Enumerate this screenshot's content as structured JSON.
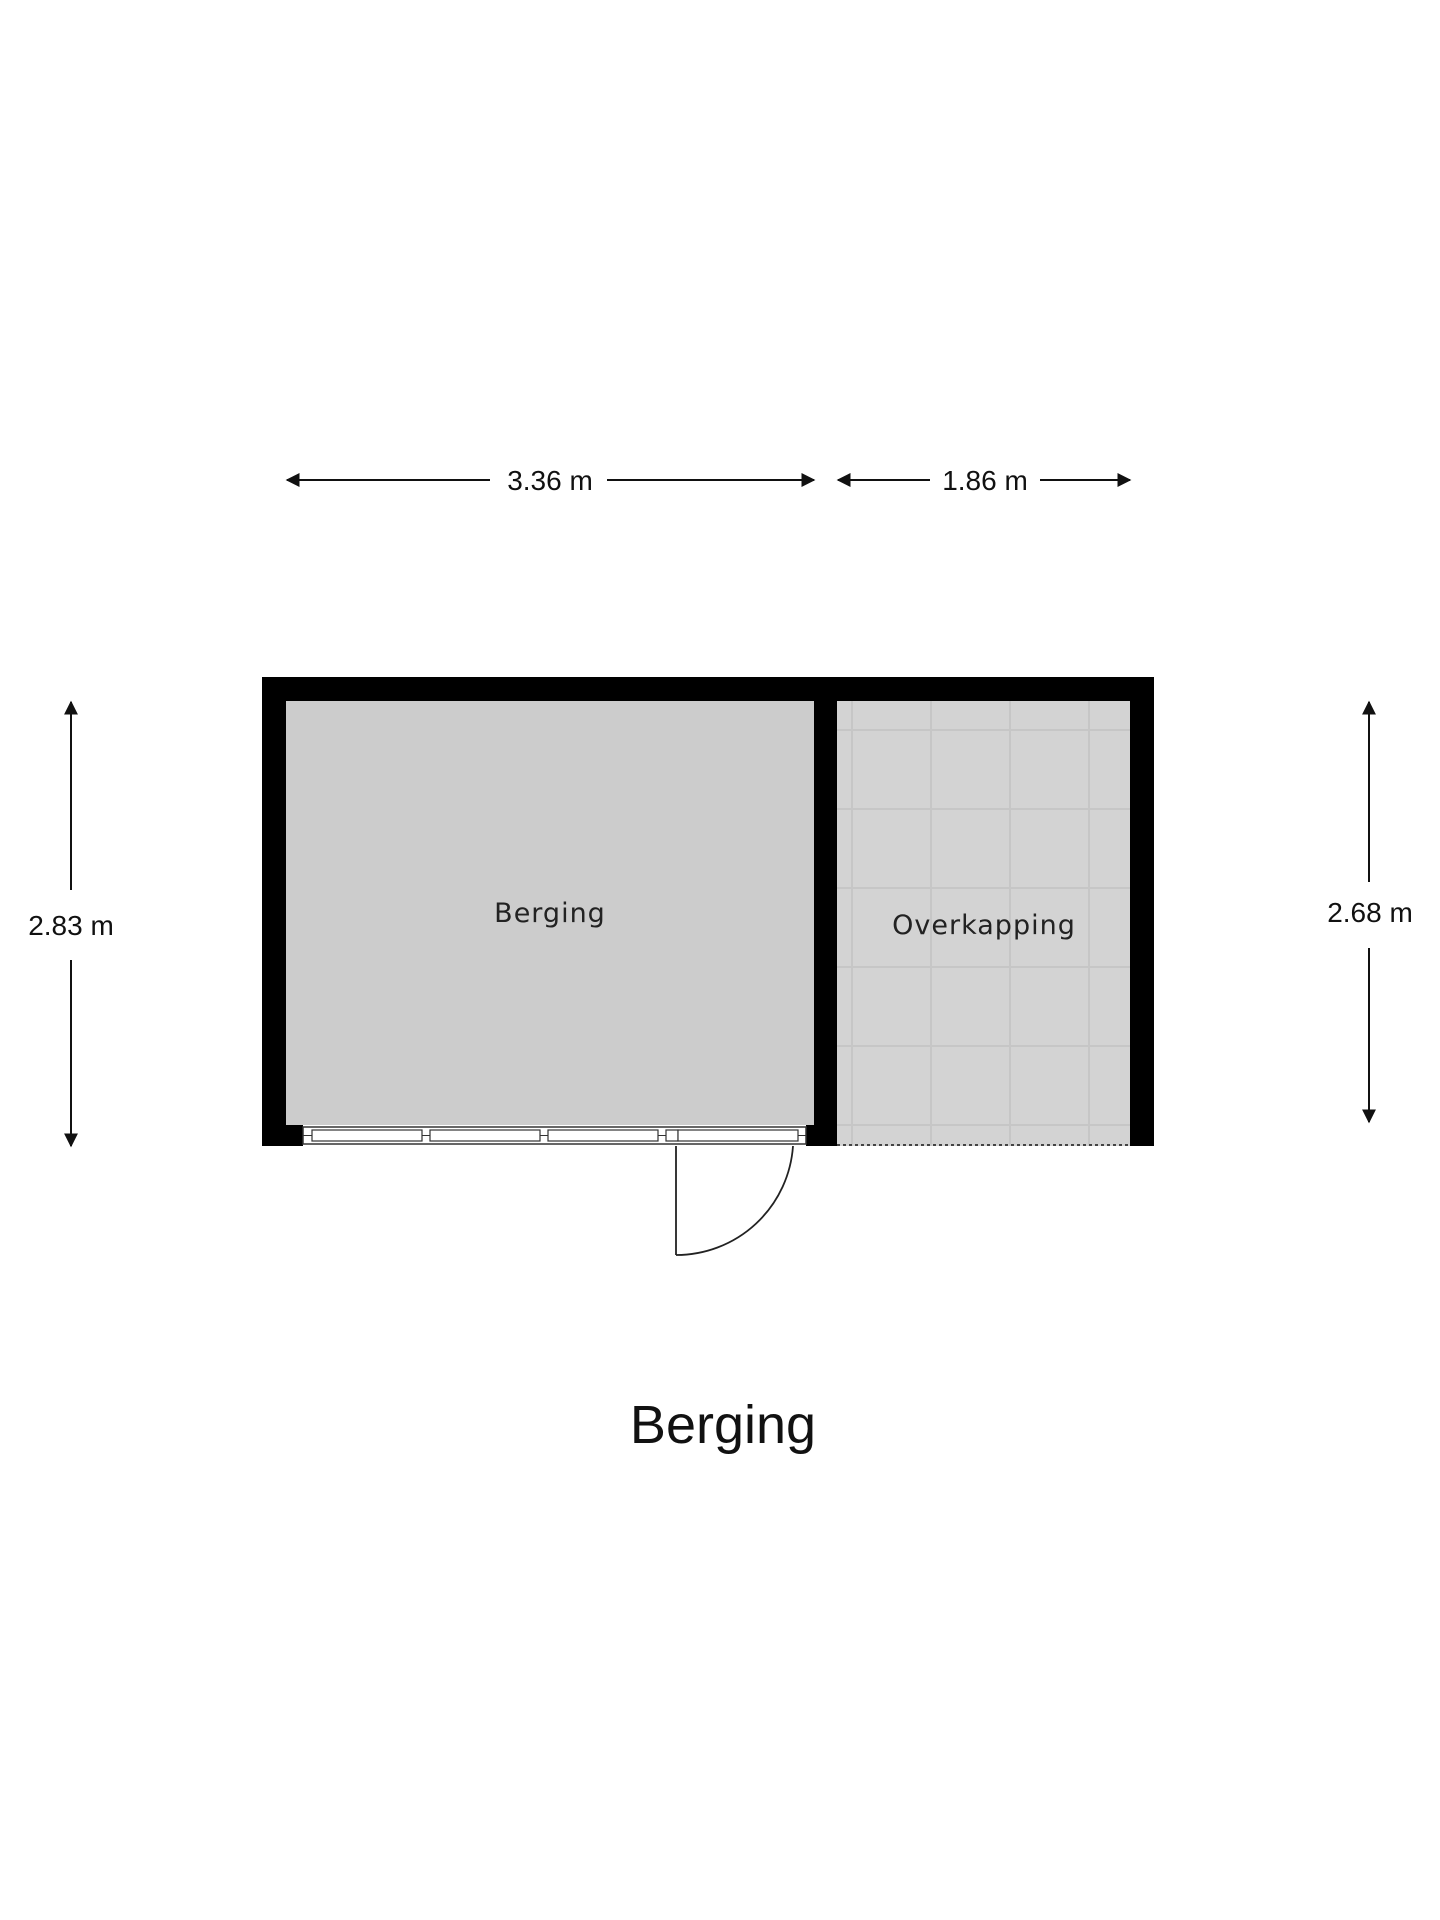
{
  "title": "Berging",
  "dimensions": {
    "berging_width": "3.36 m",
    "overkapping_width": "1.86 m",
    "left_height": "2.83 m",
    "right_height": "2.68 m"
  },
  "rooms": {
    "berging": "Berging",
    "overkapping": "Overkapping"
  },
  "colors": {
    "wall": "#000000",
    "berging_floor": "#cccccc",
    "overkapping_floor": "#d3d3d3",
    "tile_line": "#c5c5c5",
    "text": "#111111"
  }
}
